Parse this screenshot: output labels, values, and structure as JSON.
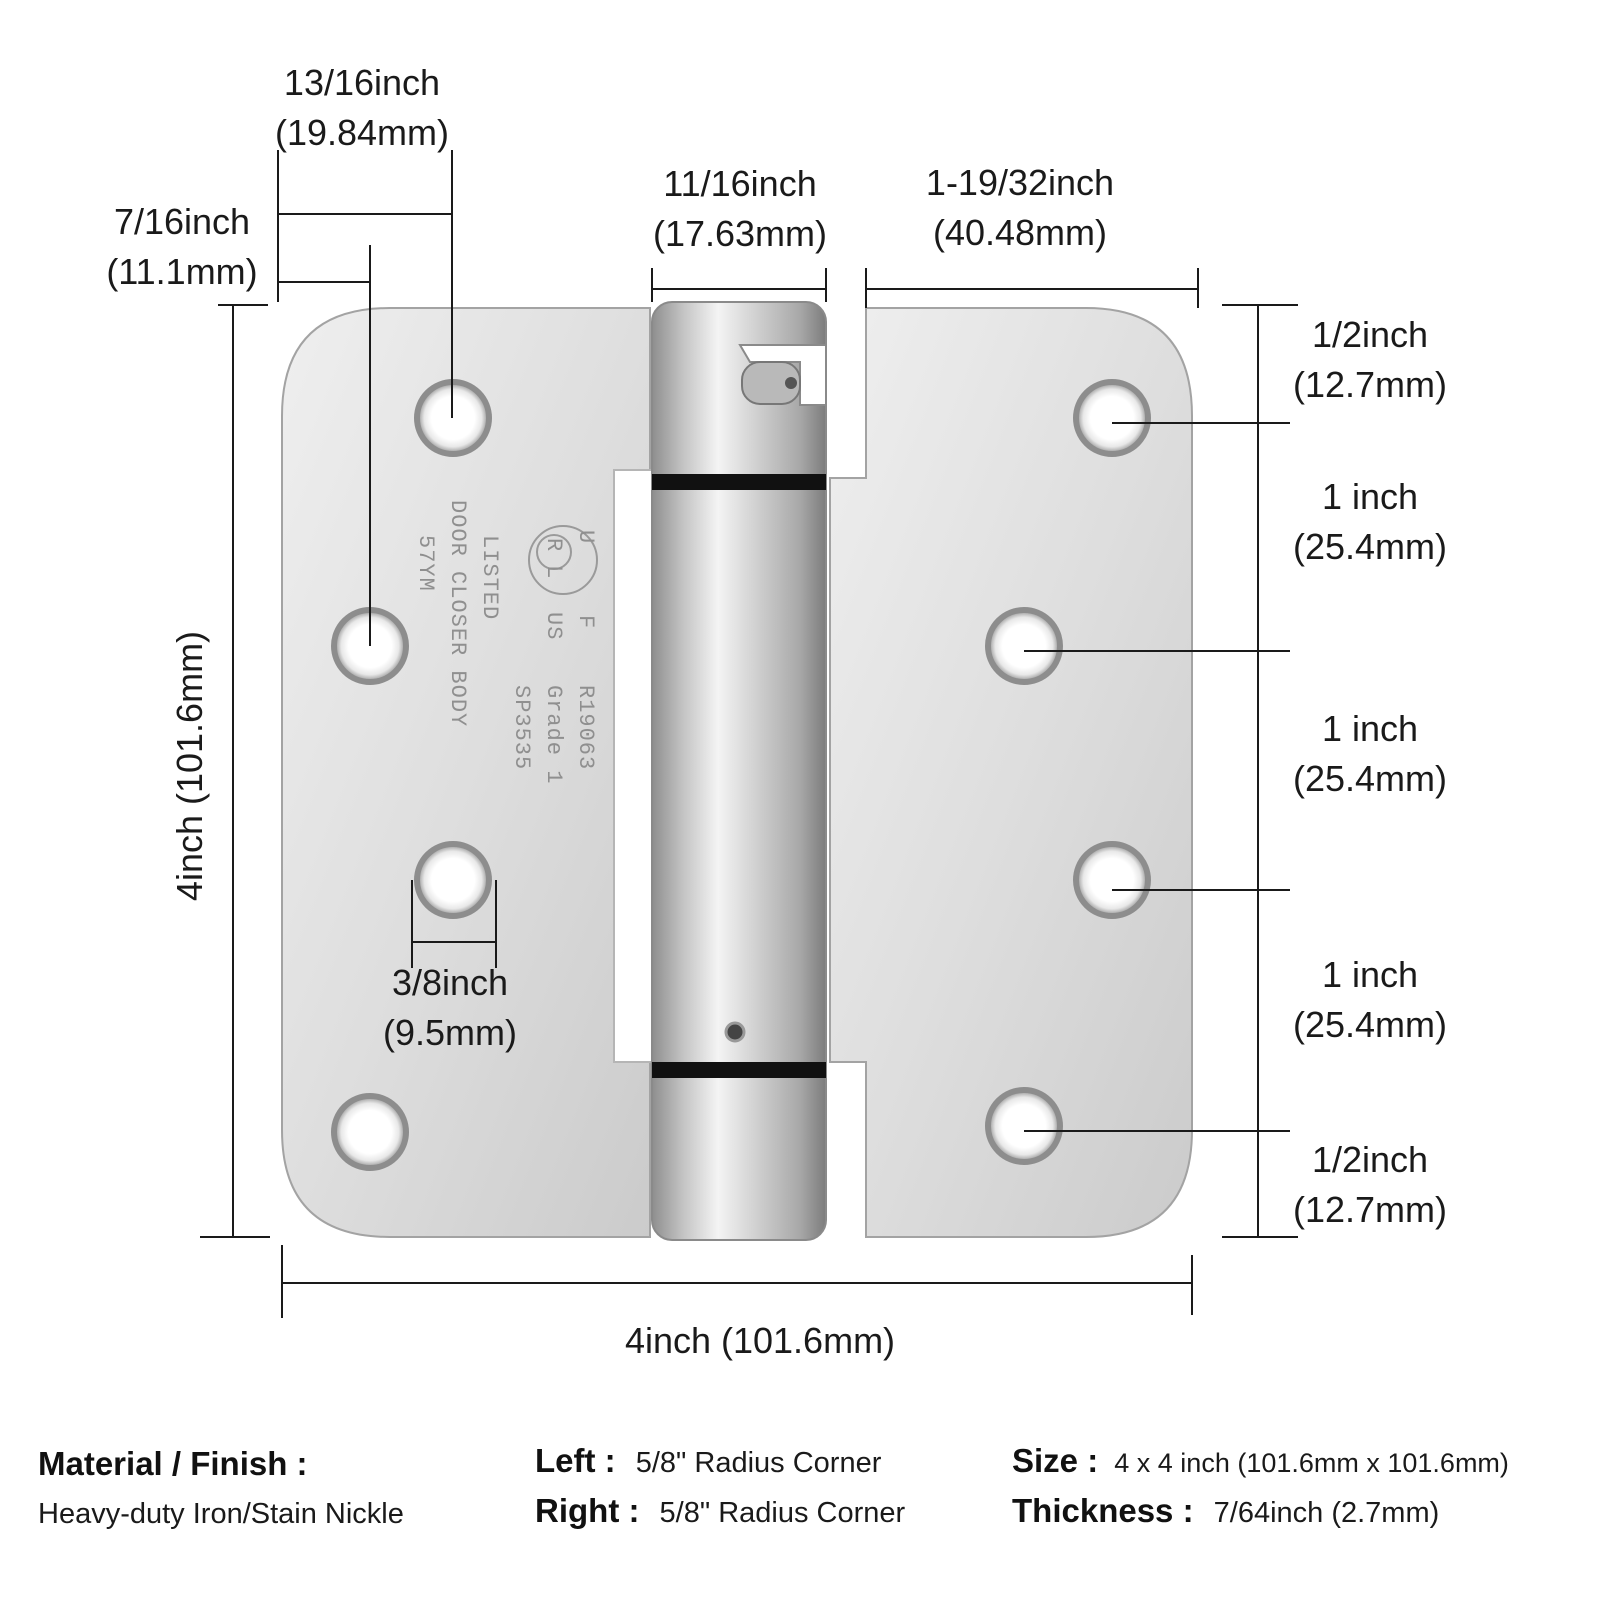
{
  "dimensions": {
    "left_hole_offset": {
      "imperial": "13/16inch",
      "metric": "(19.84mm)"
    },
    "left_edge_offset": {
      "imperial": "7/16inch",
      "metric": "(11.1mm)"
    },
    "knuckle_width": {
      "imperial": "11/16inch",
      "metric": "(17.63mm)"
    },
    "right_leaf_width": {
      "imperial": "1-19/32inch",
      "metric": "(40.48mm)"
    },
    "right_top_spacing": {
      "imperial": "1/2inch",
      "metric": "(12.7mm)"
    },
    "right_spacing_1": {
      "imperial": "1 inch",
      "metric": "(25.4mm)"
    },
    "right_spacing_2": {
      "imperial": "1 inch",
      "metric": "(25.4mm)"
    },
    "right_spacing_3": {
      "imperial": "1 inch",
      "metric": "(25.4mm)"
    },
    "right_bottom_spacing": {
      "imperial": "1/2inch",
      "metric": "(12.7mm)"
    },
    "hole_diameter": {
      "imperial": "3/8inch",
      "metric": "(9.5mm)"
    },
    "overall_height": "4inch (101.6mm)",
    "overall_width": "4inch (101.6mm)"
  },
  "stamp": {
    "col1": "R19063",
    "col2": "Grade 1",
    "col3": "SP3535",
    "col4": "LISTED",
    "col5": "DOOR CLOSER BODY",
    "col6": "57YM",
    "ul_letters": [
      "U",
      "F",
      "R",
      "L",
      "US"
    ]
  },
  "specs": {
    "material_label": "Material / Finish :",
    "material_value": "Heavy-duty Iron/Stain Nickle",
    "left_label": "Left :",
    "left_value": "5/8\" Radius Corner",
    "right_label": "Right :",
    "right_value": "5/8\" Radius Corner",
    "size_label": "Size :",
    "size_value": "4 x 4 inch (101.6mm x 101.6mm)",
    "thickness_label": "Thickness :",
    "thickness_value": "7/64inch (2.7mm)"
  },
  "colors": {
    "metal_light": "#e9e9e9",
    "metal_mid": "#cfcfcf",
    "metal_dark": "#9a9a9a",
    "line": "#1a1a1a",
    "ring": "#111111"
  }
}
